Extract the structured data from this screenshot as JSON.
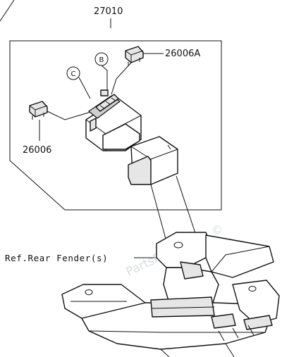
{
  "labels": {
    "assembly": "27010",
    "fuse_a": "26006A",
    "fuse": "26006",
    "callout_b": "B",
    "callout_c": "C",
    "reference": "Ref.Rear Fender(s)"
  },
  "watermark": "PartsFiche.com ©"
}
